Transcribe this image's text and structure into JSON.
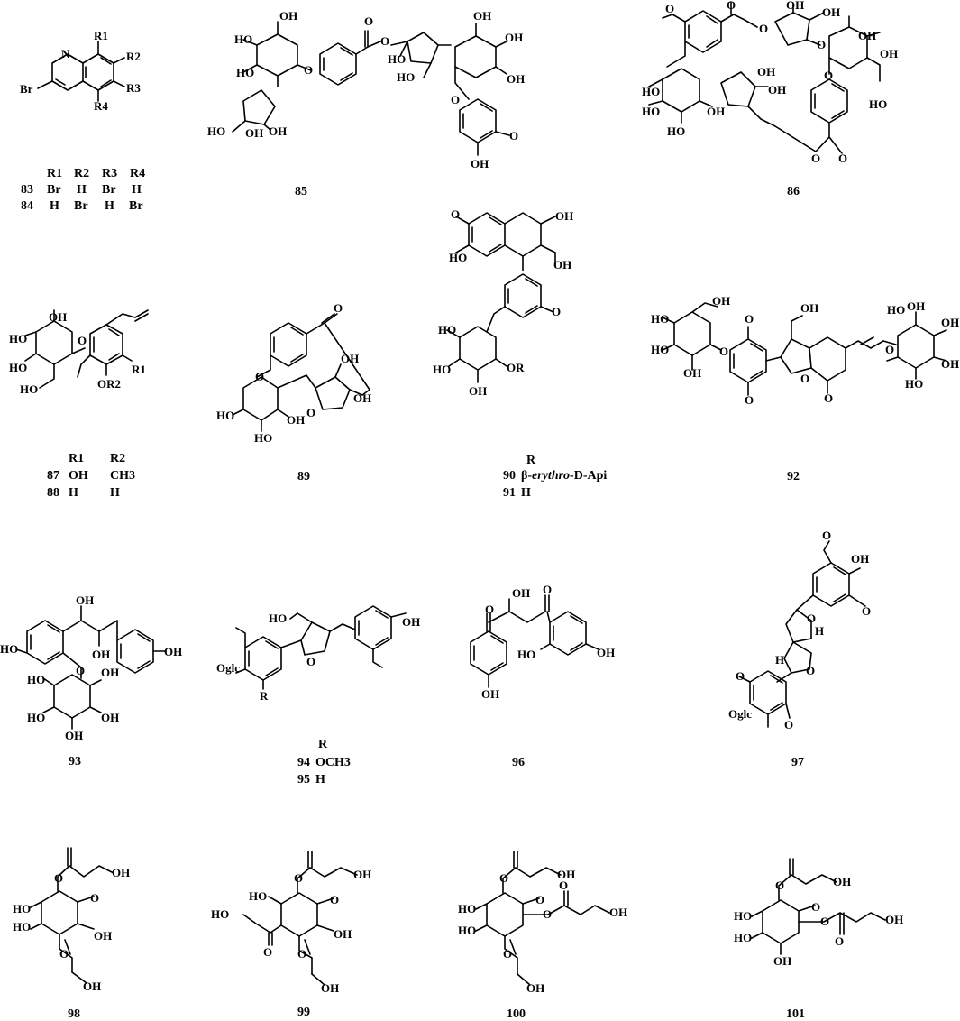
{
  "compounds": [
    {
      "id": "83",
      "label": "83"
    },
    {
      "id": "84",
      "label": "84"
    },
    {
      "id": "85",
      "label": "85"
    },
    {
      "id": "86",
      "label": "86"
    },
    {
      "id": "87",
      "label": "87"
    },
    {
      "id": "88",
      "label": "88"
    },
    {
      "id": "89",
      "label": "89"
    },
    {
      "id": "90",
      "label": "90"
    },
    {
      "id": "91",
      "label": "91"
    },
    {
      "id": "92",
      "label": "92"
    },
    {
      "id": "93",
      "label": "93"
    },
    {
      "id": "94",
      "label": "94"
    },
    {
      "id": "95",
      "label": "95"
    },
    {
      "id": "96",
      "label": "96"
    },
    {
      "id": "97",
      "label": "97"
    },
    {
      "id": "98",
      "label": "98"
    },
    {
      "id": "99",
      "label": "99"
    },
    {
      "id": "100",
      "label": "100"
    },
    {
      "id": "101",
      "label": "101"
    }
  ],
  "tables": {
    "t83": {
      "headers": [
        "R1",
        "R2",
        "R3",
        "R4"
      ],
      "rows": [
        {
          "id": "83",
          "cells": [
            "Br",
            "H",
            "Br",
            "H"
          ]
        },
        {
          "id": "84",
          "cells": [
            "H",
            "Br",
            "H",
            "Br"
          ]
        }
      ]
    },
    "t87": {
      "headers": [
        "R1",
        "R2"
      ],
      "rows": [
        {
          "id": "87",
          "cells": [
            "OH",
            "CH3"
          ]
        },
        {
          "id": "88",
          "cells": [
            "H",
            "H"
          ]
        }
      ]
    },
    "t90": {
      "header": "R",
      "rows": [
        {
          "id": "90",
          "prefix": "β-",
          "italic": "erythro",
          "suffix": "-D-Api"
        },
        {
          "id": "91",
          "prefix": "H",
          "italic": "",
          "suffix": ""
        }
      ]
    },
    "t94": {
      "header": "R",
      "rows": [
        {
          "id": "94",
          "value": "OCH3"
        },
        {
          "id": "95",
          "value": "H"
        }
      ]
    }
  },
  "labels": {
    "OH": "OH",
    "HO": "HO",
    "O": "O",
    "Br": "Br",
    "N": "N",
    "H": "H",
    "R1": "R1",
    "R2": "R2",
    "R3": "R3",
    "R4": "R4",
    "R": "R",
    "OR": "OR",
    "OR2": "OR2",
    "Oglc": "Oglc",
    "H2O": "HO"
  },
  "colors": {
    "ink": "#000000",
    "background": "#ffffff"
  }
}
